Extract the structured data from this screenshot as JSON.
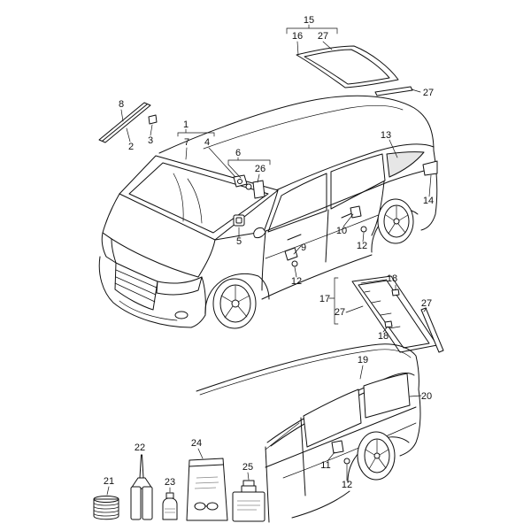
{
  "callouts": [
    "15",
    "16",
    "27",
    "27",
    "8",
    "2",
    "3",
    "1",
    "7",
    "4",
    "6",
    "26",
    "13",
    "14",
    "5",
    "9",
    "10",
    "12",
    "12",
    "18",
    "17",
    "27",
    "27",
    "18",
    "19",
    "20",
    "11",
    "12",
    "22",
    "24",
    "21",
    "23",
    "25"
  ]
}
